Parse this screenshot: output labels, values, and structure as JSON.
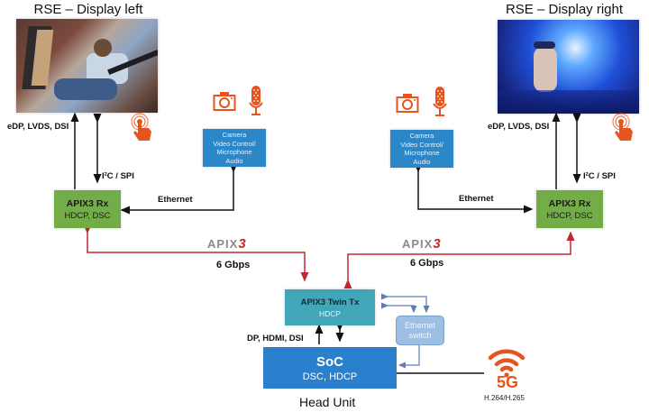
{
  "displays": {
    "left": {
      "title": "RSE – Display left",
      "image": "child-touching-rear-seat-screen-photo"
    },
    "right": {
      "title": "RSE – Display right",
      "image": "concert-singer-on-stage-photo"
    }
  },
  "interfaces": {
    "display_link": "eDP, LVDS, DSI",
    "control_link": "I²C / SPI",
    "ethernet": "Ethernet",
    "soc_link": "DP, HDMI, DSI",
    "serial_speed": "6 Gbps"
  },
  "receivers": {
    "title": "APIX3 Rx",
    "subtitle": "HDCP, DSC"
  },
  "camera_box": {
    "lines": [
      "Camera",
      "Video Control/",
      "Microphone",
      "Audio"
    ]
  },
  "apix_logo": {
    "text": "APIX",
    "number": "3"
  },
  "transmitter": {
    "title": "APIX3 Twin Tx",
    "subtitle": "HDCP"
  },
  "ethernet_switch": {
    "lines": [
      "Ethernet",
      "switch"
    ]
  },
  "soc": {
    "title": "SoC",
    "subtitle": "DSC, HDCP"
  },
  "head_unit_label": "Head Unit",
  "cellular": {
    "label": "5G",
    "codecs": "H.264/H.265"
  },
  "colors": {
    "rx_green": "#72ad47",
    "camera_blue": "#2c87c8",
    "tx_teal": "#40a6b8",
    "switch_blue": "#9dbfe3",
    "soc_blue": "#2a80cc",
    "apix_red": "#c0282e",
    "icon_orange": "#e8541e"
  }
}
